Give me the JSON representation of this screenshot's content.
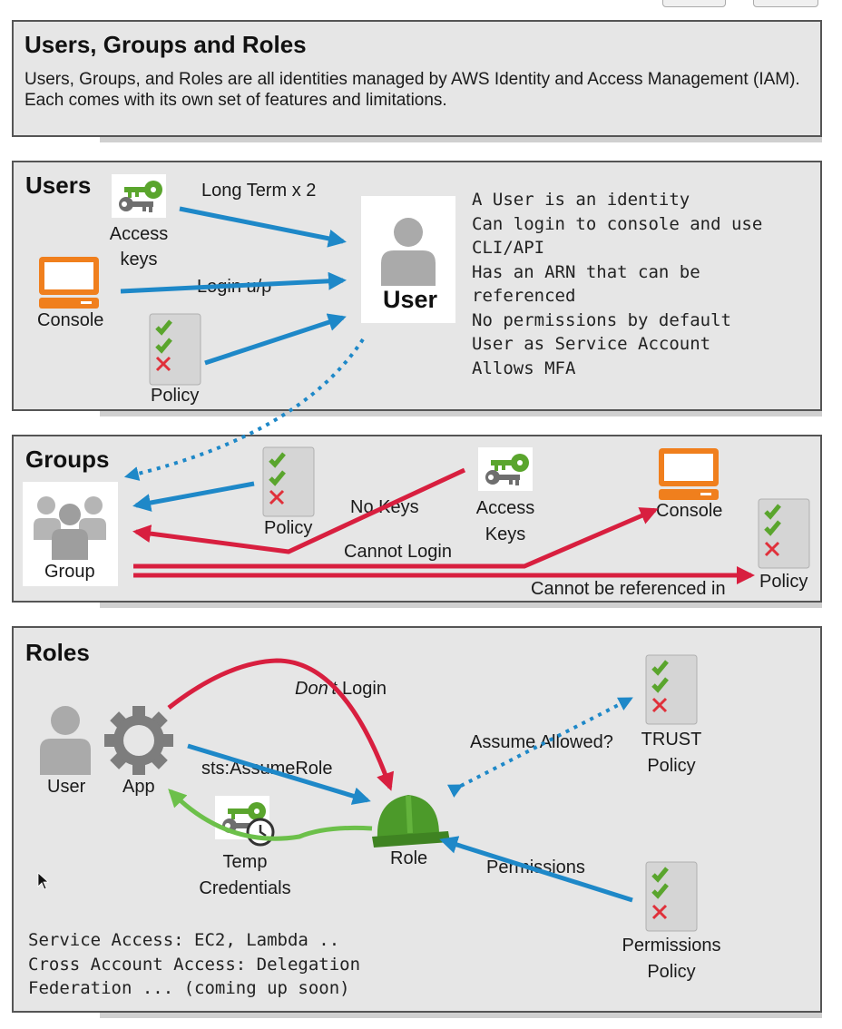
{
  "intro": {
    "title": "Users, Groups and Roles",
    "text": "Users, Groups, and Roles are all identities managed by AWS Identity and Access Management (IAM).  Each comes with its own set of features and limitations."
  },
  "users": {
    "title": "Users",
    "access_keys": "Access keys",
    "console": "Console",
    "policy": "Policy",
    "long_term": "Long Term x 2",
    "login_up": "Login u/p",
    "user_label": "User",
    "facts": [
      "A User is an identity",
      "Can login to console and use",
      "CLI/API",
      "Has an ARN that can be",
      "referenced",
      "No permissions by default",
      "User as Service Account",
      "Allows MFA"
    ]
  },
  "groups": {
    "title": "Groups",
    "group_label": "Group",
    "policy": "Policy",
    "no_keys": "No Keys",
    "access_keys": "Access Keys",
    "console": "Console",
    "cannot_login": "Cannot Login",
    "cannot_ref": "Cannot be referenced in",
    "policy_right": "Policy"
  },
  "roles": {
    "title": "Roles",
    "user": "User",
    "app": "App",
    "dont": "Don't",
    "login": "Login",
    "sts": "sts:AssumeRole",
    "assume_allowed": "Assume Allowed?",
    "trust_policy": "TRUST Policy",
    "temp_credentials": "Temp Credentials",
    "role": "Role",
    "permissions": "Permissions",
    "permissions_policy": "Permissions Policy",
    "notes": [
      "Service Access: EC2, Lambda ..",
      "Cross Account Access: Delegation",
      "Federation ... (coming up soon)"
    ]
  },
  "colors": {
    "blue_arrow": "#1e88c8",
    "red_arrow": "#d81f3f",
    "green_arrow": "#6cc04a",
    "console_orange": "#f07f1d",
    "key_green": "#5aa52d",
    "check_green": "#5aa52d",
    "x_red": "#e0303a",
    "helmet_green": "#4c9a2a"
  }
}
